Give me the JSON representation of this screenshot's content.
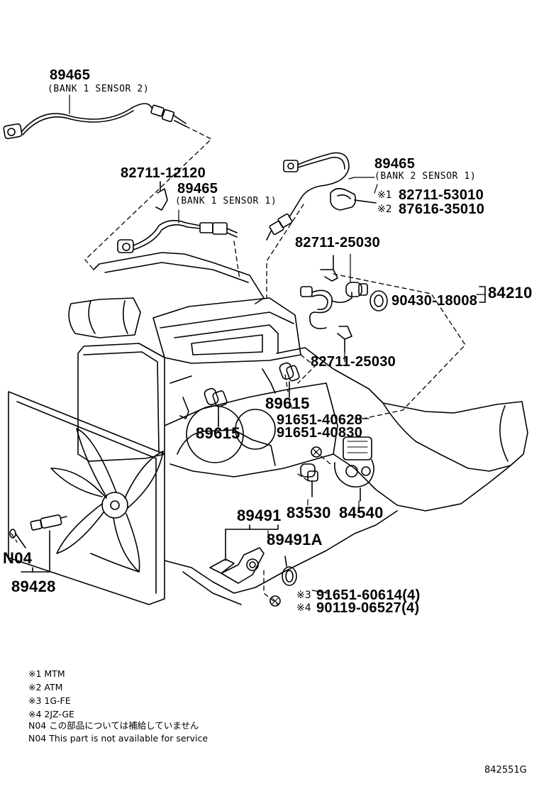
{
  "parts": {
    "o2_b1s2": {
      "number": "89465",
      "sub": "(BANK 1 SENSOR 2)"
    },
    "clamp_12120": {
      "number": "82711-12120"
    },
    "o2_b1s1": {
      "number": "89465",
      "sub": "(BANK 1 SENSOR 1)"
    },
    "o2_b2s1": {
      "number": "89465",
      "sub": "(BANK 2 SENSOR 1)"
    },
    "clamp_53010": {
      "mark": "※1",
      "number": "82711-53010"
    },
    "clamp_35010": {
      "mark": "※2",
      "number": "87616-35010"
    },
    "clamp_25030_top": {
      "number": "82711-25030"
    },
    "oring": {
      "number": "90430-18008"
    },
    "knock_group": {
      "number": "84210"
    },
    "clamp_25030_bottom": {
      "number": "82711-25030"
    },
    "cam_sensor_right": {
      "number": "89615"
    },
    "cam_sensor_left": {
      "number": "89615"
    },
    "bolt_40628": {
      "number": "91651-40628"
    },
    "bolt_40830": {
      "number": "91651-40830"
    },
    "oil_switch": {
      "number": "83530"
    },
    "neutral_switch": {
      "number": "84540"
    },
    "crank_sensor": {
      "number": "89491"
    },
    "crank_sensor_a": {
      "number": "89491A"
    },
    "bolt_60614": {
      "mark": "※3",
      "number": "91651-60614(4)"
    },
    "bolt_06527": {
      "mark": "※4",
      "number": "90119-06527(4)"
    },
    "n04_tag": {
      "number": "N04"
    },
    "temp_sensor": {
      "number": "89428"
    }
  },
  "notes": [
    "※1 MTM",
    "※2 ATM",
    "※3 1G-FE",
    "※4 2JZ-GE",
    "N04 この部品については補給していません",
    "N04 This part is not available for service"
  ],
  "diagram_code": "842551G"
}
